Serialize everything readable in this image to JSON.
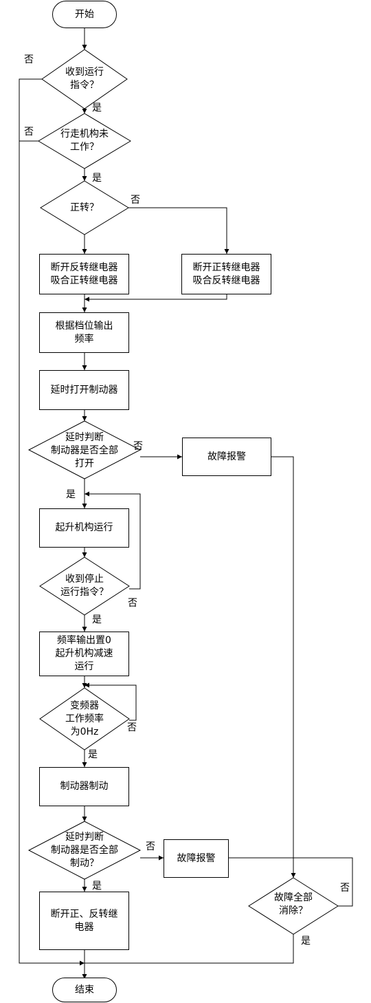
{
  "flowchart": {
    "start": "开始",
    "end": "结束",
    "decisions": {
      "receive_run_cmd": "收到运行\n指令？",
      "travel_not_working": "行走机构未\n工作？",
      "forward": "正转？",
      "brake_all_open": "延时判断\n制动器是否全部\n打开",
      "receive_stop_cmd": "收到停止\n运行指令？",
      "vfd_zero": "变频器\n工作频率\n为0Hz",
      "brake_all_braked": "延时判断\n制动器是否全部\n制动？",
      "faults_cleared": "故障全部\n消除？"
    },
    "processes": {
      "fwd_relay": "断开反转继电器\n吸合正转继电器",
      "rev_relay": "断开正转继电器\n吸合反转继电器",
      "gear_freq": "根据档位输出\n频率",
      "delay_open_brake": "延时打开制动器",
      "fault_alarm_1": "故障报警",
      "hoist_run": "起升机构运行",
      "freq_zero": "频率输出置0\n起升机构减速\n运行",
      "brake": "制动器制动",
      "fault_alarm_2": "故障报警",
      "cut_relays": "断开正、反转继\n电器"
    },
    "labels": {
      "yes": "是",
      "no": "否"
    }
  }
}
